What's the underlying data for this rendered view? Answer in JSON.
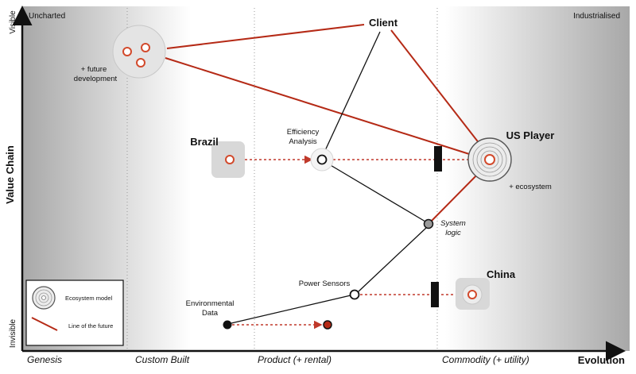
{
  "axes": {
    "y_title": "Value Chain",
    "y_top": "Visible",
    "y_bottom": "Invisible",
    "x_title": "Evolution",
    "stages": [
      "Genesis",
      "Custom Built",
      "Product (+ rental)",
      "Commodity (+ utility)"
    ],
    "corner_left": "Uncharted",
    "corner_right": "Industrialised"
  },
  "components": {
    "client": "Client",
    "us_player": "US Player",
    "us_player_note": "+ ecosystem",
    "brazil": "Brazil",
    "china": "China",
    "efficiency_line1": "Efficiency",
    "efficiency_line2": "Analysis",
    "system_line1": "System",
    "system_line2": "logic",
    "power_sensors": "Power Sensors",
    "env_line1": "Environmental",
    "env_line2": "Data",
    "future_line1": "+ future",
    "future_line2": "development"
  },
  "legend": {
    "ecosystem": "Ecosystem model",
    "future": "Line of the future"
  },
  "colors": {
    "future_red": "#b52a16",
    "node_red": "#d24a2c",
    "inertia": "#111111"
  }
}
